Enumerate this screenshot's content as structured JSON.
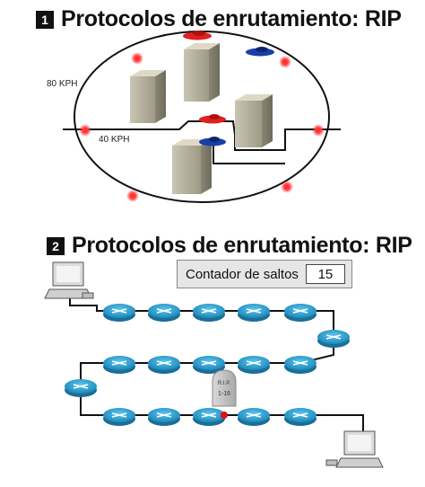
{
  "section1": {
    "number": "1",
    "title": "Protocolos de enrutamiento: RIP"
  },
  "section2": {
    "number": "2",
    "title": "Protocolos de enrutamiento: RIP"
  },
  "speeds": {
    "fast": "80 KPH",
    "slow": "40 KPH"
  },
  "counter": {
    "label": "Contador de saltos",
    "value": "15"
  },
  "packet": {
    "line1": "R.I.P.",
    "line2": "1-16"
  },
  "colors": {
    "router": "#29a3d6",
    "car_red": "#e02020",
    "car_blue": "#1a3fa8",
    "waypoint": "#ff2a2a"
  }
}
